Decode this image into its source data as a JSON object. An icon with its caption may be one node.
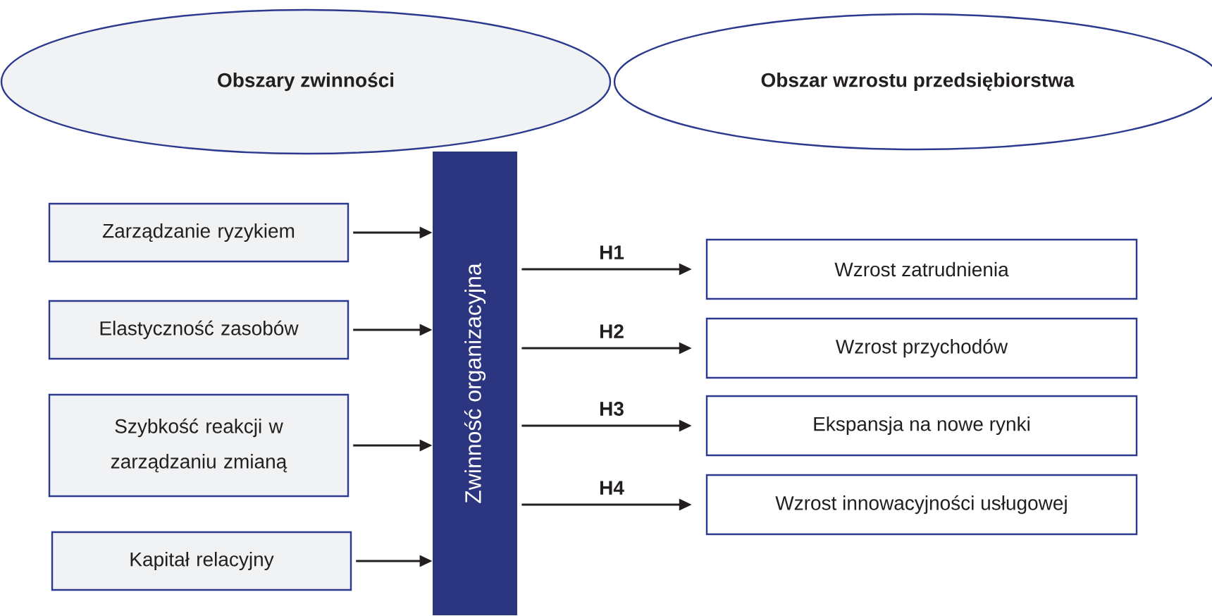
{
  "diagram": {
    "nodes": [
      {
        "text": [
          "Obszary zwinności"
        ]
      },
      {
        "text": [
          "Obszar wzrostu przedsiębiorstwa"
        ]
      },
      {
        "text": [
          "Zarządzanie ryzykiem"
        ]
      },
      {
        "text": [
          "Elastyczność zasobów"
        ]
      },
      {
        "text": [
          "Szybkość reakcji w zarządzaniu zmianą"
        ]
      },
      {
        "text": [
          "Kapitał relacyjny"
        ]
      },
      {
        "text": [
          "Zwinność organizacyjna"
        ]
      },
      {
        "text": [
          "Wzrost zatrudnienia"
        ]
      },
      {
        "text": [
          "Wzrost przychodów"
        ]
      },
      {
        "text": [
          "Ekspansja na nowe rynki"
        ]
      },
      {
        "text": [
          "Wzrost innowacyjności usługowej"
        ]
      }
    ],
    "edges": [
      {
        "from": 2,
        "to": 6,
        "arrow": "to"
      },
      {
        "from": 3,
        "to": 6,
        "arrow": "to"
      },
      {
        "from": 4,
        "to": 6,
        "arrow": "to"
      },
      {
        "from": 5,
        "to": 6,
        "arrow": "to"
      },
      {
        "from": 6,
        "to": 7,
        "arrow": "to",
        "label": "H1"
      },
      {
        "from": 6,
        "to": 8,
        "arrow": "to",
        "label": "H2"
      },
      {
        "from": 6,
        "to": 9,
        "arrow": "to",
        "label": "H3"
      },
      {
        "from": 6,
        "to": 10,
        "arrow": "to",
        "label": "H4"
      }
    ]
  }
}
